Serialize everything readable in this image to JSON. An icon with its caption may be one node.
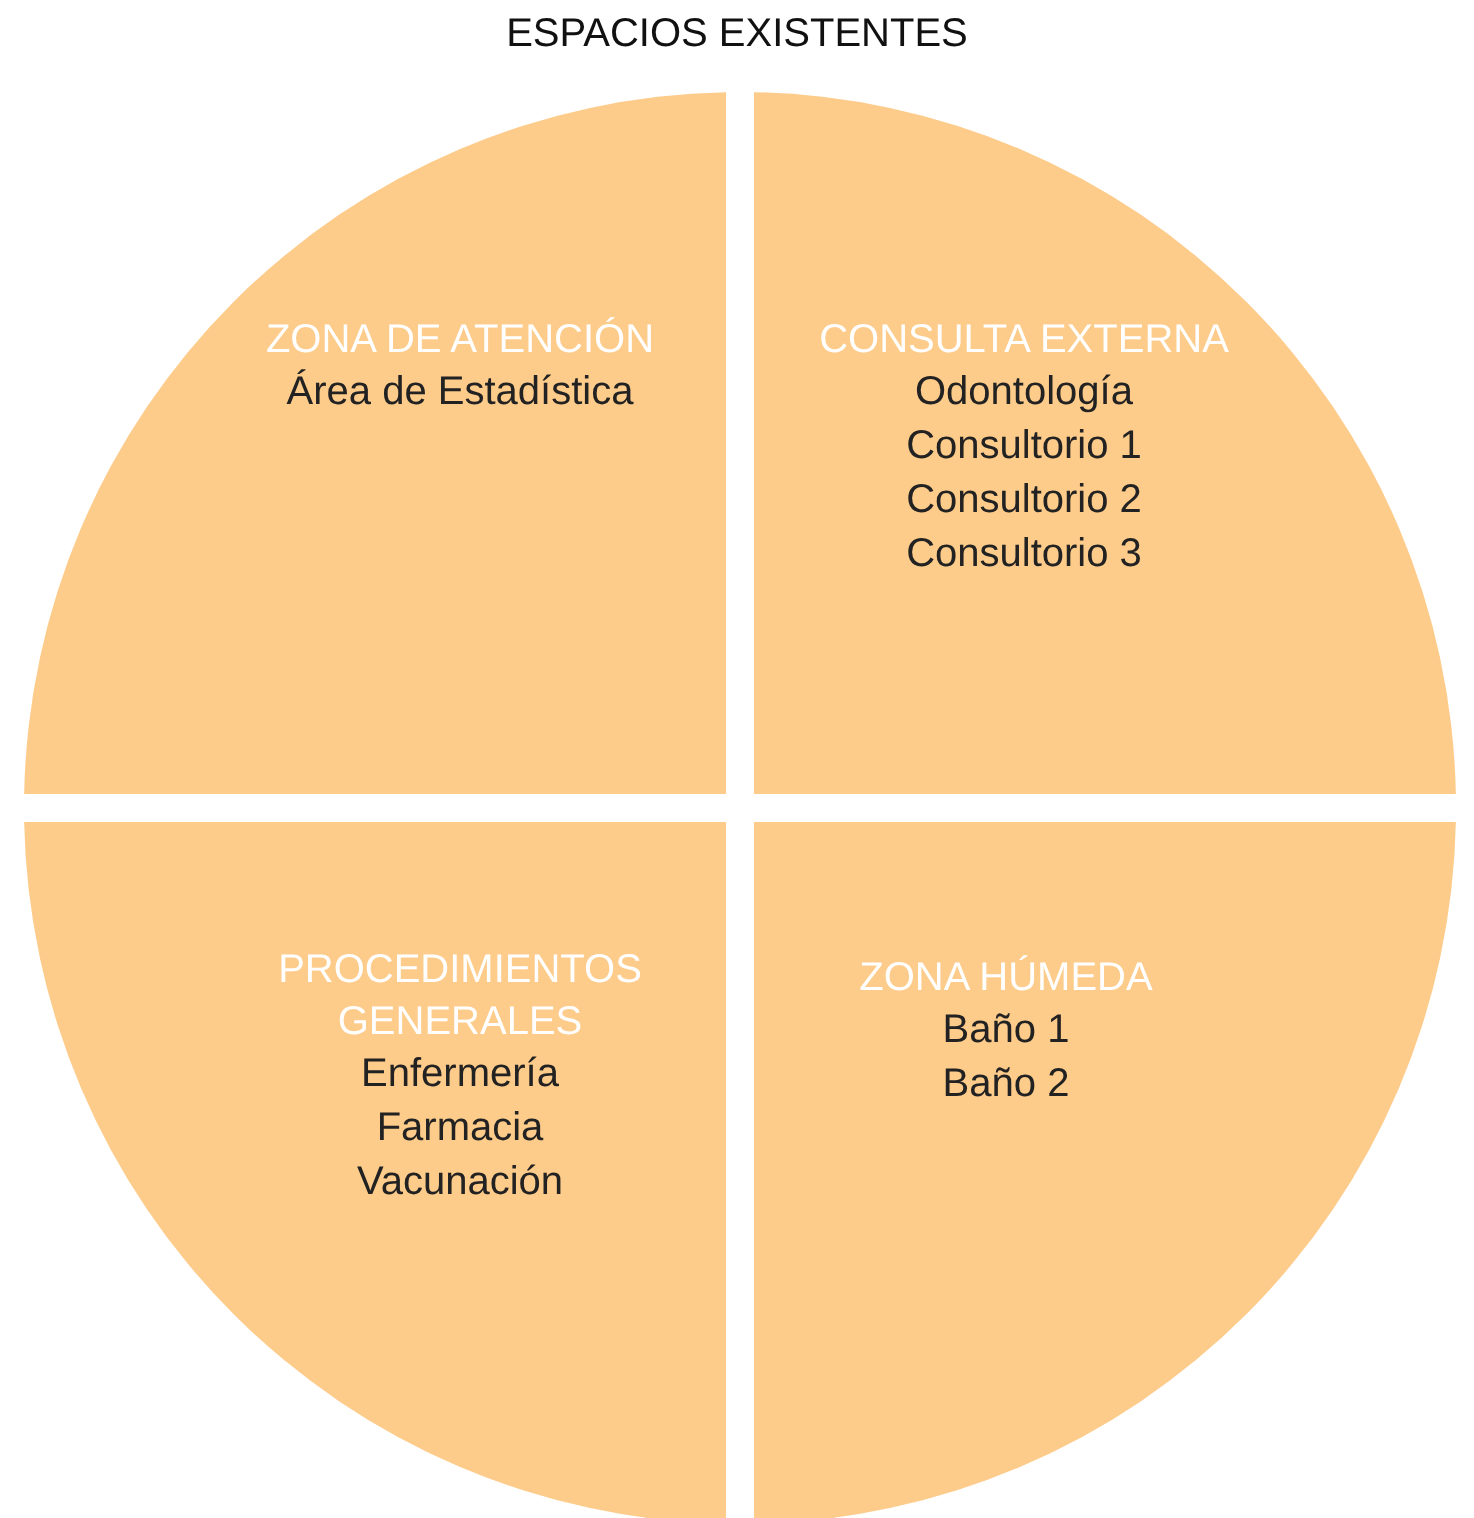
{
  "diagram": {
    "title": "ESPACIOS EXISTENTES",
    "nodes": [
      {
        "text": [
          "ZONA DE ATENCIÓN",
          "Área de Estadística"
        ]
      },
      {
        "text": [
          "CONSULTA EXTERNA",
          "Odontología",
          "Consultorio 1",
          "Consultorio 2",
          "Consultorio 3"
        ]
      },
      {
        "text": [
          "PROCEDIMIENTOS GENERALES",
          "Enfermería",
          "Farmacia",
          "Vacunación"
        ]
      },
      {
        "text": [
          "ZONA HÚMEDA",
          "Baño 1",
          "Baño 2"
        ]
      }
    ]
  }
}
